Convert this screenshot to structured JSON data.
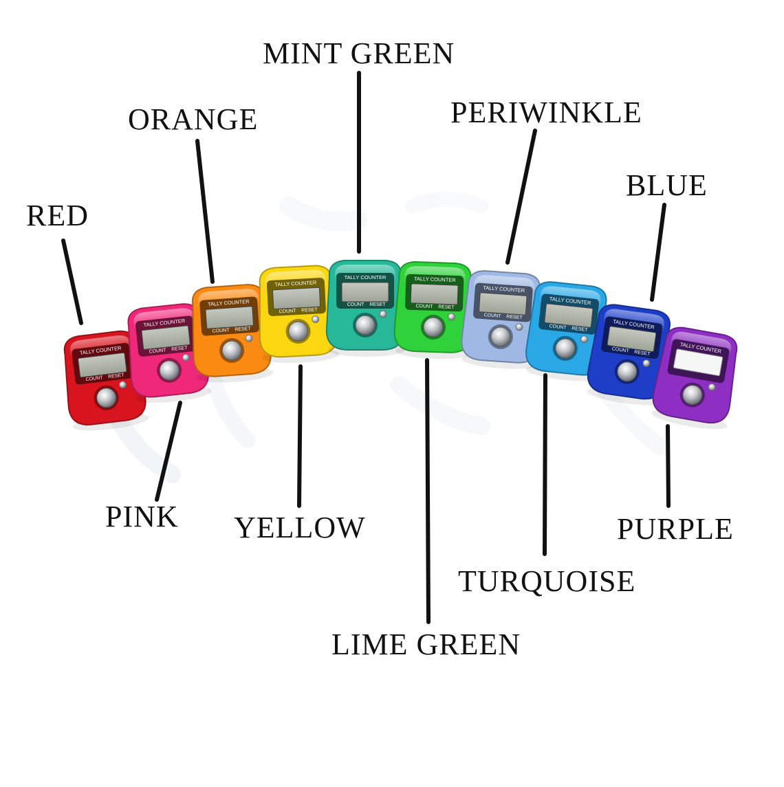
{
  "labels": {
    "red": "RED",
    "orange": "ORANGE",
    "mint_green": "MINT GREEN",
    "periwinkle": "PERIWINKLE",
    "blue": "BLUE",
    "pink": "PINK",
    "yellow": "YELLOW",
    "lime_green": "LIME GREEN",
    "turquoise": "TURQUOISE",
    "purple": "PURPLE"
  },
  "counter_text": {
    "brand": "TALLY COUNTER",
    "count": "COUNT",
    "reset": "RESET"
  },
  "colors": {
    "red": "#d8141e",
    "pink": "#f0287a",
    "orange": "#fb8a12",
    "yellow": "#fbd712",
    "mint_green": "#27b89a",
    "lime_green": "#2fd23a",
    "periwinkle": "#9fb9e4",
    "turquoise": "#2aa8e6",
    "blue": "#1e3ec8",
    "purple": "#8e2ec2",
    "label_text": "#111111",
    "leader_line": "#111111"
  }
}
